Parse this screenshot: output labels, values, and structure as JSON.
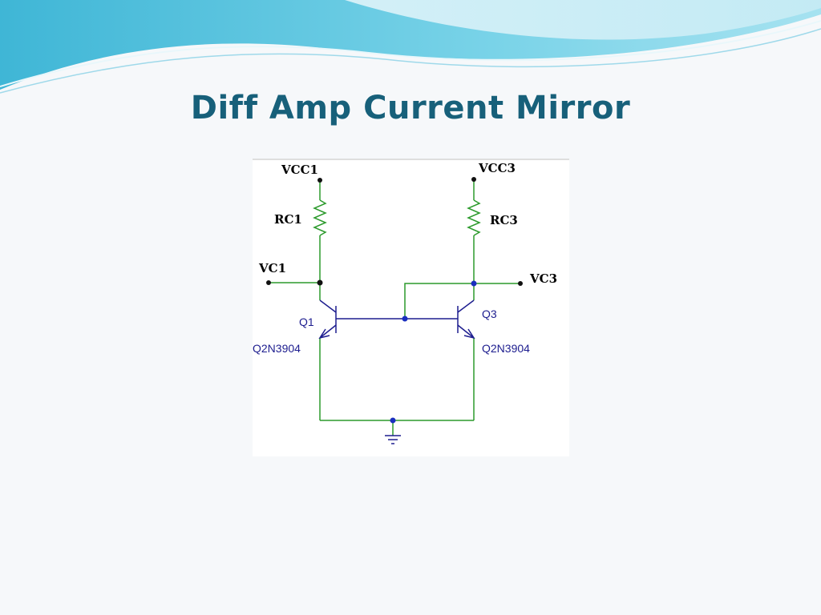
{
  "slide": {
    "title": "Diff Amp Current Mirror"
  },
  "colors": {
    "title": "#17607a",
    "wire": "#2c9a2c",
    "transistor": "#1d1d8f",
    "node": "#1a2fbf",
    "wave_primary": "#5ec4dc",
    "wave_light": "#bfe8f2"
  },
  "circuit": {
    "supplies": {
      "left": "VCC1",
      "right": "VCC3"
    },
    "resistors": {
      "left": "RC1",
      "right": "RC3"
    },
    "outputs": {
      "left": "VC1",
      "right": "VC3"
    },
    "transistors": {
      "left": {
        "name": "Q1",
        "model": "Q2N3904"
      },
      "right": {
        "name": "Q3",
        "model": "Q2N3904"
      }
    },
    "ground_icon": "ground-icon"
  }
}
